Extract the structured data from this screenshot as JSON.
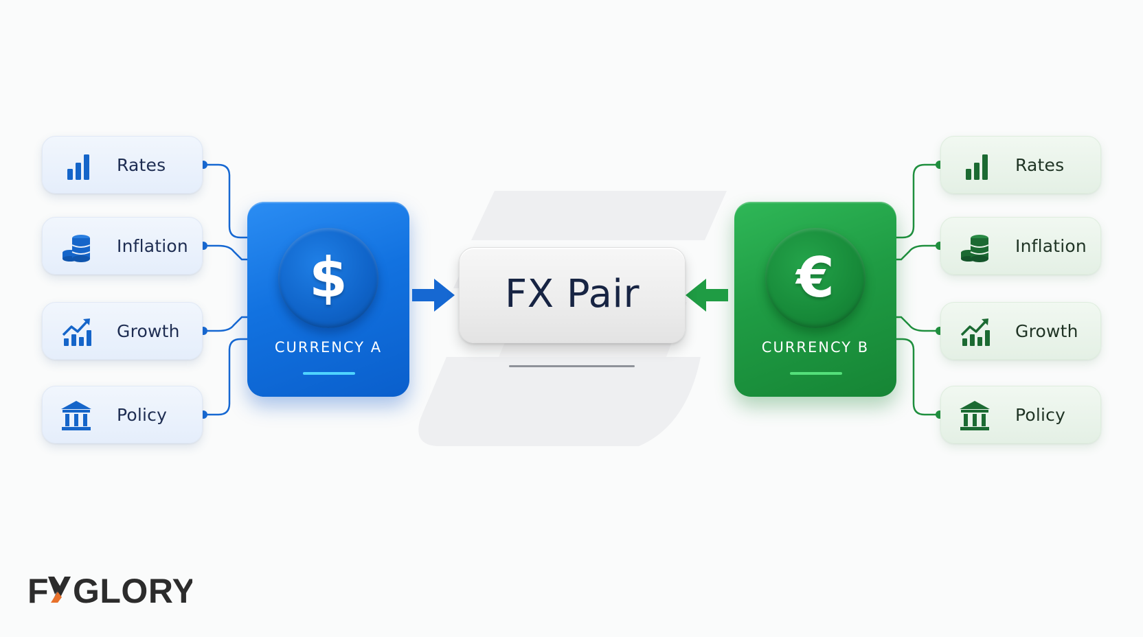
{
  "brand": {
    "logo_text": "FXGLORY",
    "logo_accent_color": "#e8712b"
  },
  "center": {
    "title": "FX Pair"
  },
  "currency_a": {
    "label": "CURRENCY A",
    "symbol": "$",
    "color": "#1272e0",
    "factors": [
      {
        "label": "Rates",
        "icon": "bar-chart-icon"
      },
      {
        "label": "Inflation",
        "icon": "coin-stack-icon"
      },
      {
        "label": "Growth",
        "icon": "growth-chart-icon"
      },
      {
        "label": "Policy",
        "icon": "bank-building-icon"
      }
    ]
  },
  "currency_b": {
    "label": "CURRENCY B",
    "symbol": "€",
    "color": "#1f9c44",
    "factors": [
      {
        "label": "Rates",
        "icon": "bar-chart-icon"
      },
      {
        "label": "Inflation",
        "icon": "coin-stack-icon"
      },
      {
        "label": "Growth",
        "icon": "growth-chart-icon"
      },
      {
        "label": "Policy",
        "icon": "bank-building-icon"
      }
    ]
  }
}
